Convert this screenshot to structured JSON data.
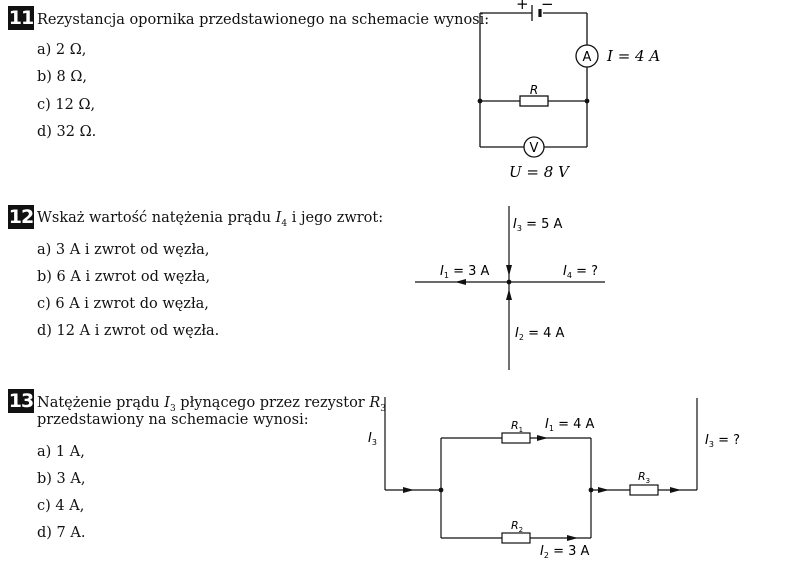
{
  "q11": {
    "number": "11",
    "question": "Rezystancja opornika przedstawionego na schemacie wynosi:",
    "options": [
      "a) 2 Ω,",
      "b) 8 Ω,",
      "c) 12 Ω,",
      "d) 32 Ω."
    ],
    "diagram": {
      "plus": "+",
      "minus": "−",
      "ammeter": "A",
      "current": "I = 4 A",
      "resistor": "R",
      "voltmeter": "V",
      "voltage": "U = 8 V"
    }
  },
  "q12": {
    "number": "12",
    "question_pre": "Wskaż wartość natężenia prądu ",
    "question_var": "I",
    "question_sub": "4",
    "question_post": " i jego zwrot:",
    "options": [
      "a) 3 A i zwrot od węzła,",
      "b) 6 A i zwrot od węzła,",
      "c) 6 A i zwrot do węzła,",
      "d) 12 A i zwrot od węzła."
    ],
    "diagram": {
      "i3_var": "I",
      "i3_sub": "3",
      "i3_val": " = 5 A",
      "i1_var": "I",
      "i1_sub": "1",
      "i1_val": " = 3 A",
      "i4_var": "I",
      "i4_sub": "4",
      "i4_val": " = ?",
      "i2_var": "I",
      "i2_sub": "2",
      "i2_val": " = 4 A"
    }
  },
  "q13": {
    "number": "13",
    "line1_pre": "Natężenie prądu ",
    "line1_var": "I",
    "line1_sub": "3",
    "line1_mid": " płynącego przez rezystor ",
    "line1_var2": "R",
    "line1_sub2": "3",
    "line2": "przedstawiony na schemacie wynosi:",
    "options": [
      "a) 1 A,",
      "b) 3 A,",
      "c) 4 A,",
      "d) 7 A."
    ],
    "diagram": {
      "left_var": "I",
      "left_sub": "3",
      "r1_var": "R",
      "r1_sub": "1",
      "i1_var": "I",
      "i1_sub": "1",
      "i1_val": " = 4 A",
      "r3_var": "R",
      "r3_sub": "3",
      "right_var": "I",
      "right_sub": "3",
      "right_val": " = ?",
      "r2_var": "R",
      "r2_sub": "2",
      "i2_var": "I",
      "i2_sub": "2",
      "i2_val": " = 3 A"
    }
  }
}
